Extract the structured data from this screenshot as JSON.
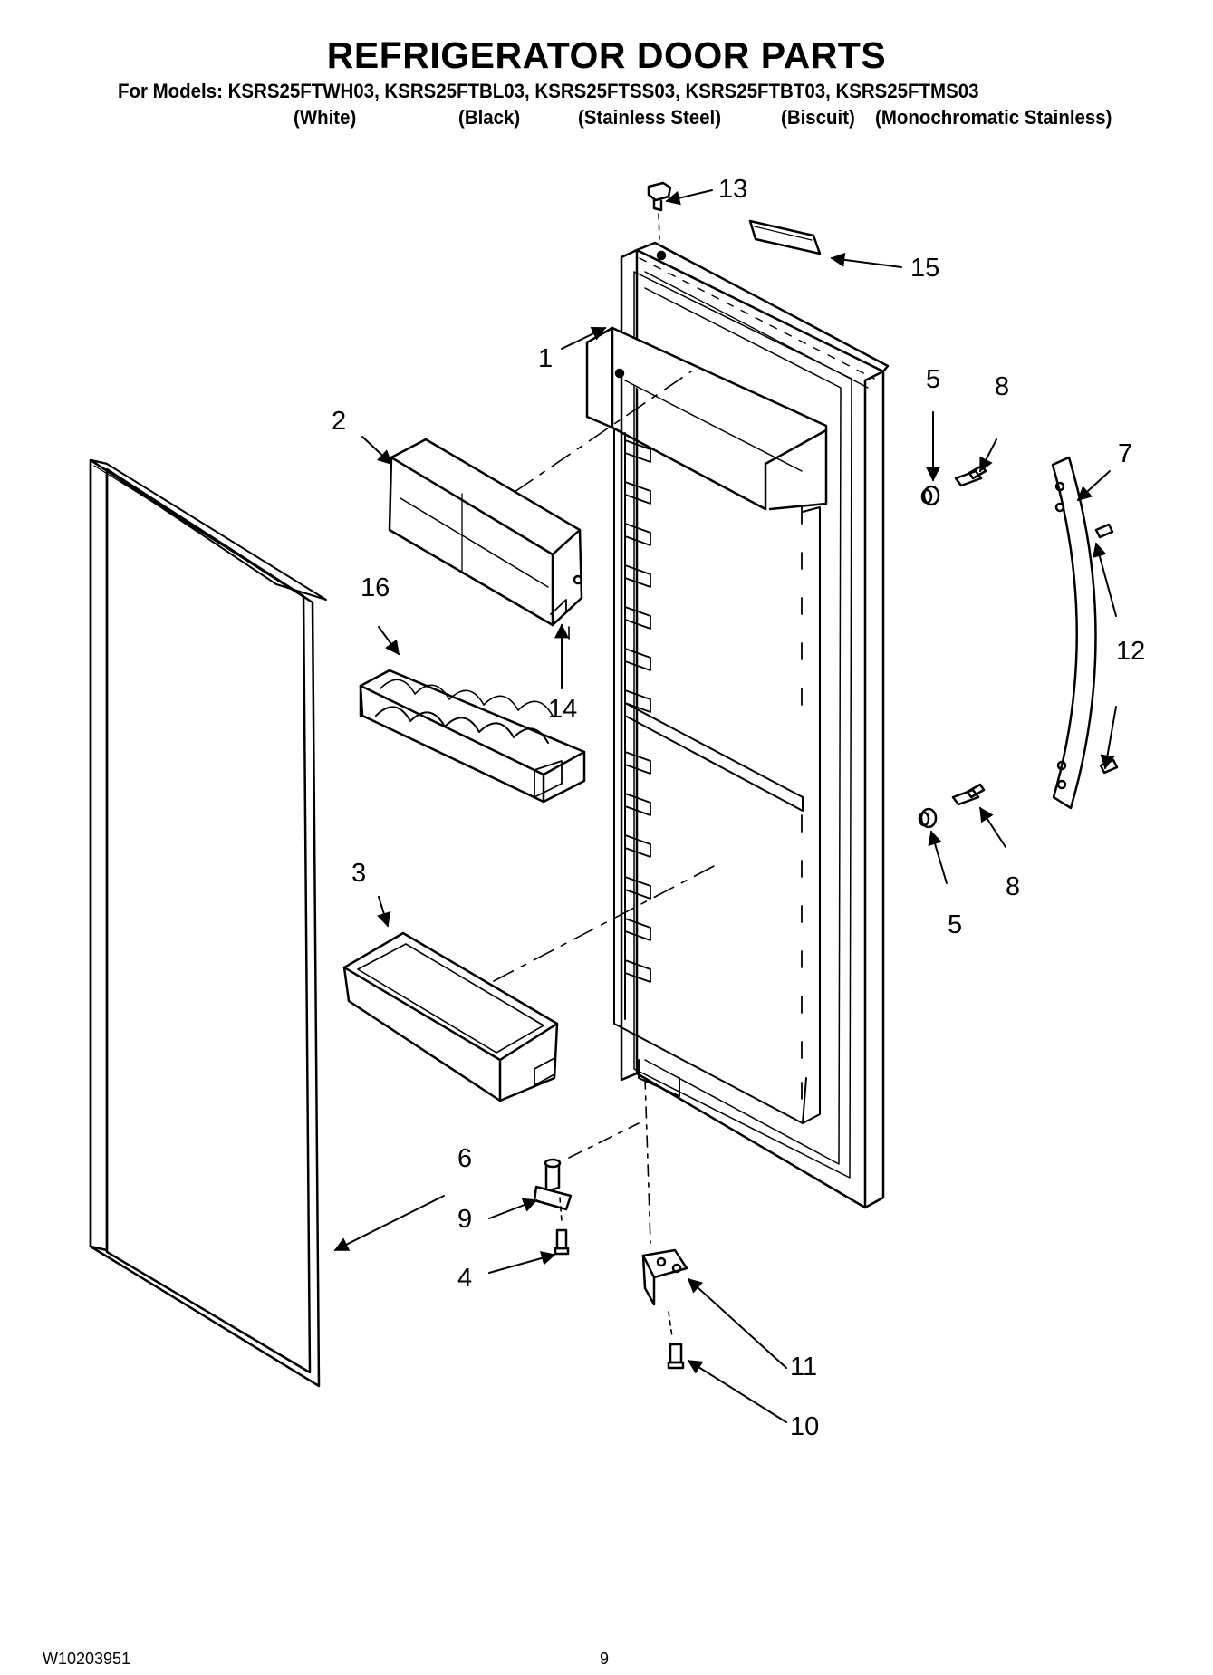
{
  "title": "REFRIGERATOR DOOR PARTS",
  "models_line": "For Models: KSRS25FTWH03, KSRS25FTBL03, KSRS25FTSS03, KSRS25FTBT03, KSRS25FTMS03",
  "variants": [
    "(White)",
    "(Black)",
    "(Stainless Steel)",
    "(Biscuit)",
    "(Monochromatic Stainless)"
  ],
  "callouts": [
    "1",
    "2",
    "3",
    "4",
    "5",
    "5",
    "6",
    "7",
    "8",
    "8",
    "9",
    "10",
    "11",
    "12",
    "13",
    "14",
    "15",
    "16"
  ],
  "footer": {
    "doc_number": "W10203951",
    "page_number": "9"
  }
}
